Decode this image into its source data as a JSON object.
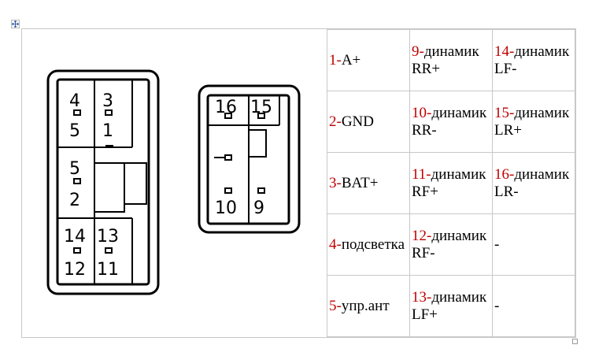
{
  "connector_a": {
    "labels": [
      "4",
      "3",
      "5",
      "1",
      "5",
      "2",
      "14",
      "13",
      "12",
      "11"
    ]
  },
  "connector_b": {
    "labels": [
      "16",
      "15",
      "10",
      "9"
    ]
  },
  "pinout": [
    [
      {
        "num": "1-",
        "text": "A+"
      },
      {
        "num": "9-",
        "text": "динамик RR+"
      },
      {
        "num": "14-",
        "text": "динамик LF-"
      }
    ],
    [
      {
        "num": "2-",
        "text": "GND"
      },
      {
        "num": "10-",
        "text": "динамик RR-"
      },
      {
        "num": "15-",
        "text": "динамик LR+"
      }
    ],
    [
      {
        "num": "3-",
        "text": "BAT+"
      },
      {
        "num": "11-",
        "text": "динамик RF+"
      },
      {
        "num": "16-",
        "text": "динамик LR-"
      }
    ],
    [
      {
        "num": "4-",
        "text": "подсветка"
      },
      {
        "num": "12-",
        "text": "динамик RF-"
      },
      {
        "num": "",
        "text": "-"
      }
    ],
    [
      {
        "num": "5-",
        "text": "упр.ант"
      },
      {
        "num": "13-",
        "text": "динамик LF+"
      },
      {
        "num": "",
        "text": "-"
      }
    ]
  ]
}
